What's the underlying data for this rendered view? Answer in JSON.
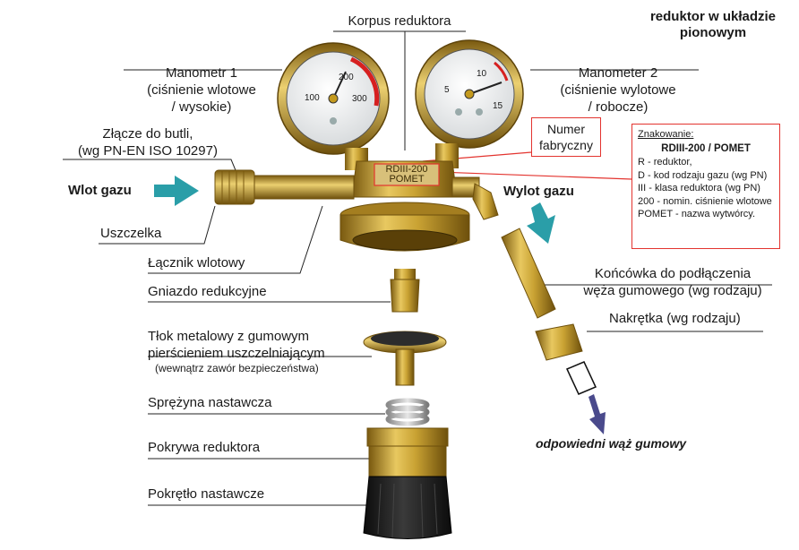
{
  "title": {
    "line1": "reduktor w układzie",
    "line2": "pionowym"
  },
  "labels": {
    "korpus": "Korpus reduktora",
    "manometr1": {
      "line1": "Manometr  1",
      "line2": "(ciśnienie wlotowe",
      "line3": "/ wysokie)"
    },
    "manometr2": {
      "line1": "Manometer  2",
      "line2": "(ciśnienie wylotowe",
      "line3": "/ robocze)"
    },
    "zlacze": {
      "line1": "Złącze do butli,",
      "line2": "(wg PN-EN ISO 10297)"
    },
    "wlot": "Wlot gazu",
    "wylot": "Wylot gazu",
    "uszczelka": "Uszczelka",
    "lacznik": "Łącznik wlotowy",
    "gniazdo": "Gniazdo redukcyjne",
    "tlok": {
      "line1": "Tłok metalowy z gumowym",
      "line2": "pierścieniem uszczelniającym",
      "line3": "(wewnątrz zawór bezpieczeństwa)"
    },
    "sprezyna": "Sprężyna nastawcza",
    "pokrywa": "Pokrywa reduktora",
    "pokretlo": "Pokrętło nastawcze",
    "koncowka": {
      "line1": "Końcówka do podłączenia",
      "line2": "węża gumowego (wg rodzaju)"
    },
    "nakretka": "Nakrętka (wg rodzaju)",
    "waz": "odpowiedni wąż gumowy",
    "numer": {
      "line1": "Numer",
      "line2": "fabryczny"
    }
  },
  "legend": {
    "heading": "Znakowanie:",
    "code": "RDIII-200 / POMET",
    "items": [
      "R -  reduktor,",
      "D -  kod rodzaju gazu (wg PN)",
      "III -  klasa reduktora   (wg PN)",
      "200 - nomin. ciśnienie wlotowe",
      "POMET -  nazwa wytwórcy."
    ]
  },
  "plate": {
    "line1": "RDIII-200",
    "line2": "POMET"
  },
  "gauges": {
    "left": {
      "ticks": [
        "100",
        "200",
        "300"
      ]
    },
    "right": {
      "ticks": [
        "5",
        "10",
        "15"
      ]
    }
  },
  "colors": {
    "brass": "#c9a233",
    "brass_dark": "#8a6a14",
    "arrow_teal": "#2a9ea8",
    "arrow_navy": "#4a4a8c",
    "red_box": "#e3342f",
    "knob": "#1e1e1e"
  }
}
